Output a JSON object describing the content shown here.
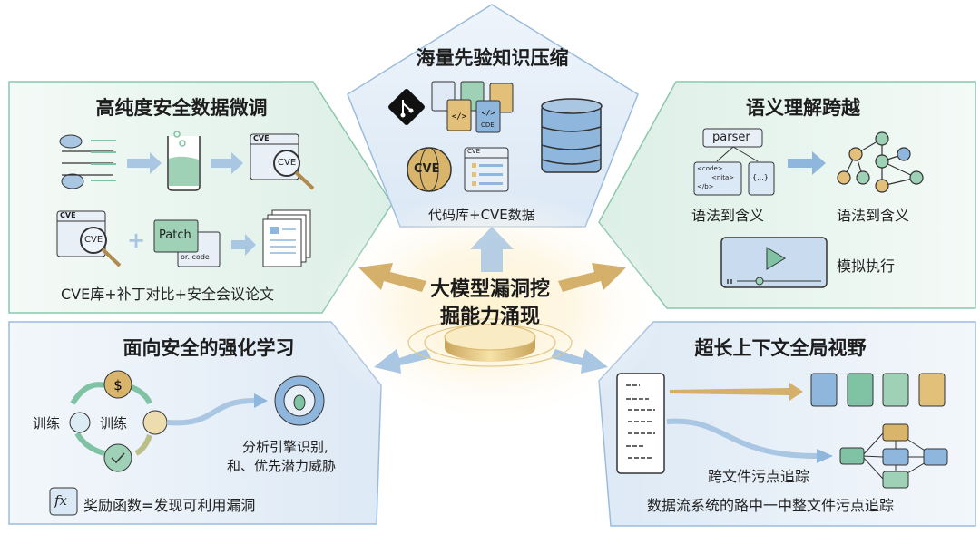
{
  "center": {
    "line1": "大模型漏洞挖",
    "line2": "掘能力涌现"
  },
  "top": {
    "title": "海量先验知识压缩",
    "caption": "代码库+CVE数据",
    "icon_labels": {
      "cve_globe": "CVE",
      "cve_window": "CVE",
      "cde_file": "CDE"
    }
  },
  "top_left": {
    "title": "高纯度安全数据微调",
    "caption": "CVE库+补丁对比+安全会议论文",
    "icon_labels": {
      "cve_window": "CVE",
      "cve_lens": "CVE",
      "patch": "Patch",
      "orig_code": "or. code"
    }
  },
  "top_right": {
    "title": "语义理解跨越",
    "parser_label": "parser",
    "code_lines": [
      "<code>",
      "<nita>",
      "</b>"
    ],
    "braces": "{...}",
    "caption_left": "语法到含义",
    "caption_right": "语法到含义",
    "simulate_label": "模拟执行"
  },
  "bottom_left": {
    "title": "面向安全的强化学习",
    "train_outer": "训练",
    "train_inner": "训练",
    "engine_caption_line1": "分析引擎识别,",
    "engine_caption_line2": "和、优先潜力威胁",
    "fx_symbol": "fx",
    "reward_label": "奖励函数=发现可利用漏洞"
  },
  "bottom_right": {
    "title": "超长上下文全局视野",
    "cross_file_label": "跨文件污点追踪",
    "caption": "数据流系统的路中一中整文件污点追踪"
  },
  "colors": {
    "green": "#7fc3a4",
    "blue": "#8fb6dc",
    "gold": "#d8b56a",
    "panel_green": "#e6f3ee",
    "panel_blue": "#e6eff8"
  }
}
